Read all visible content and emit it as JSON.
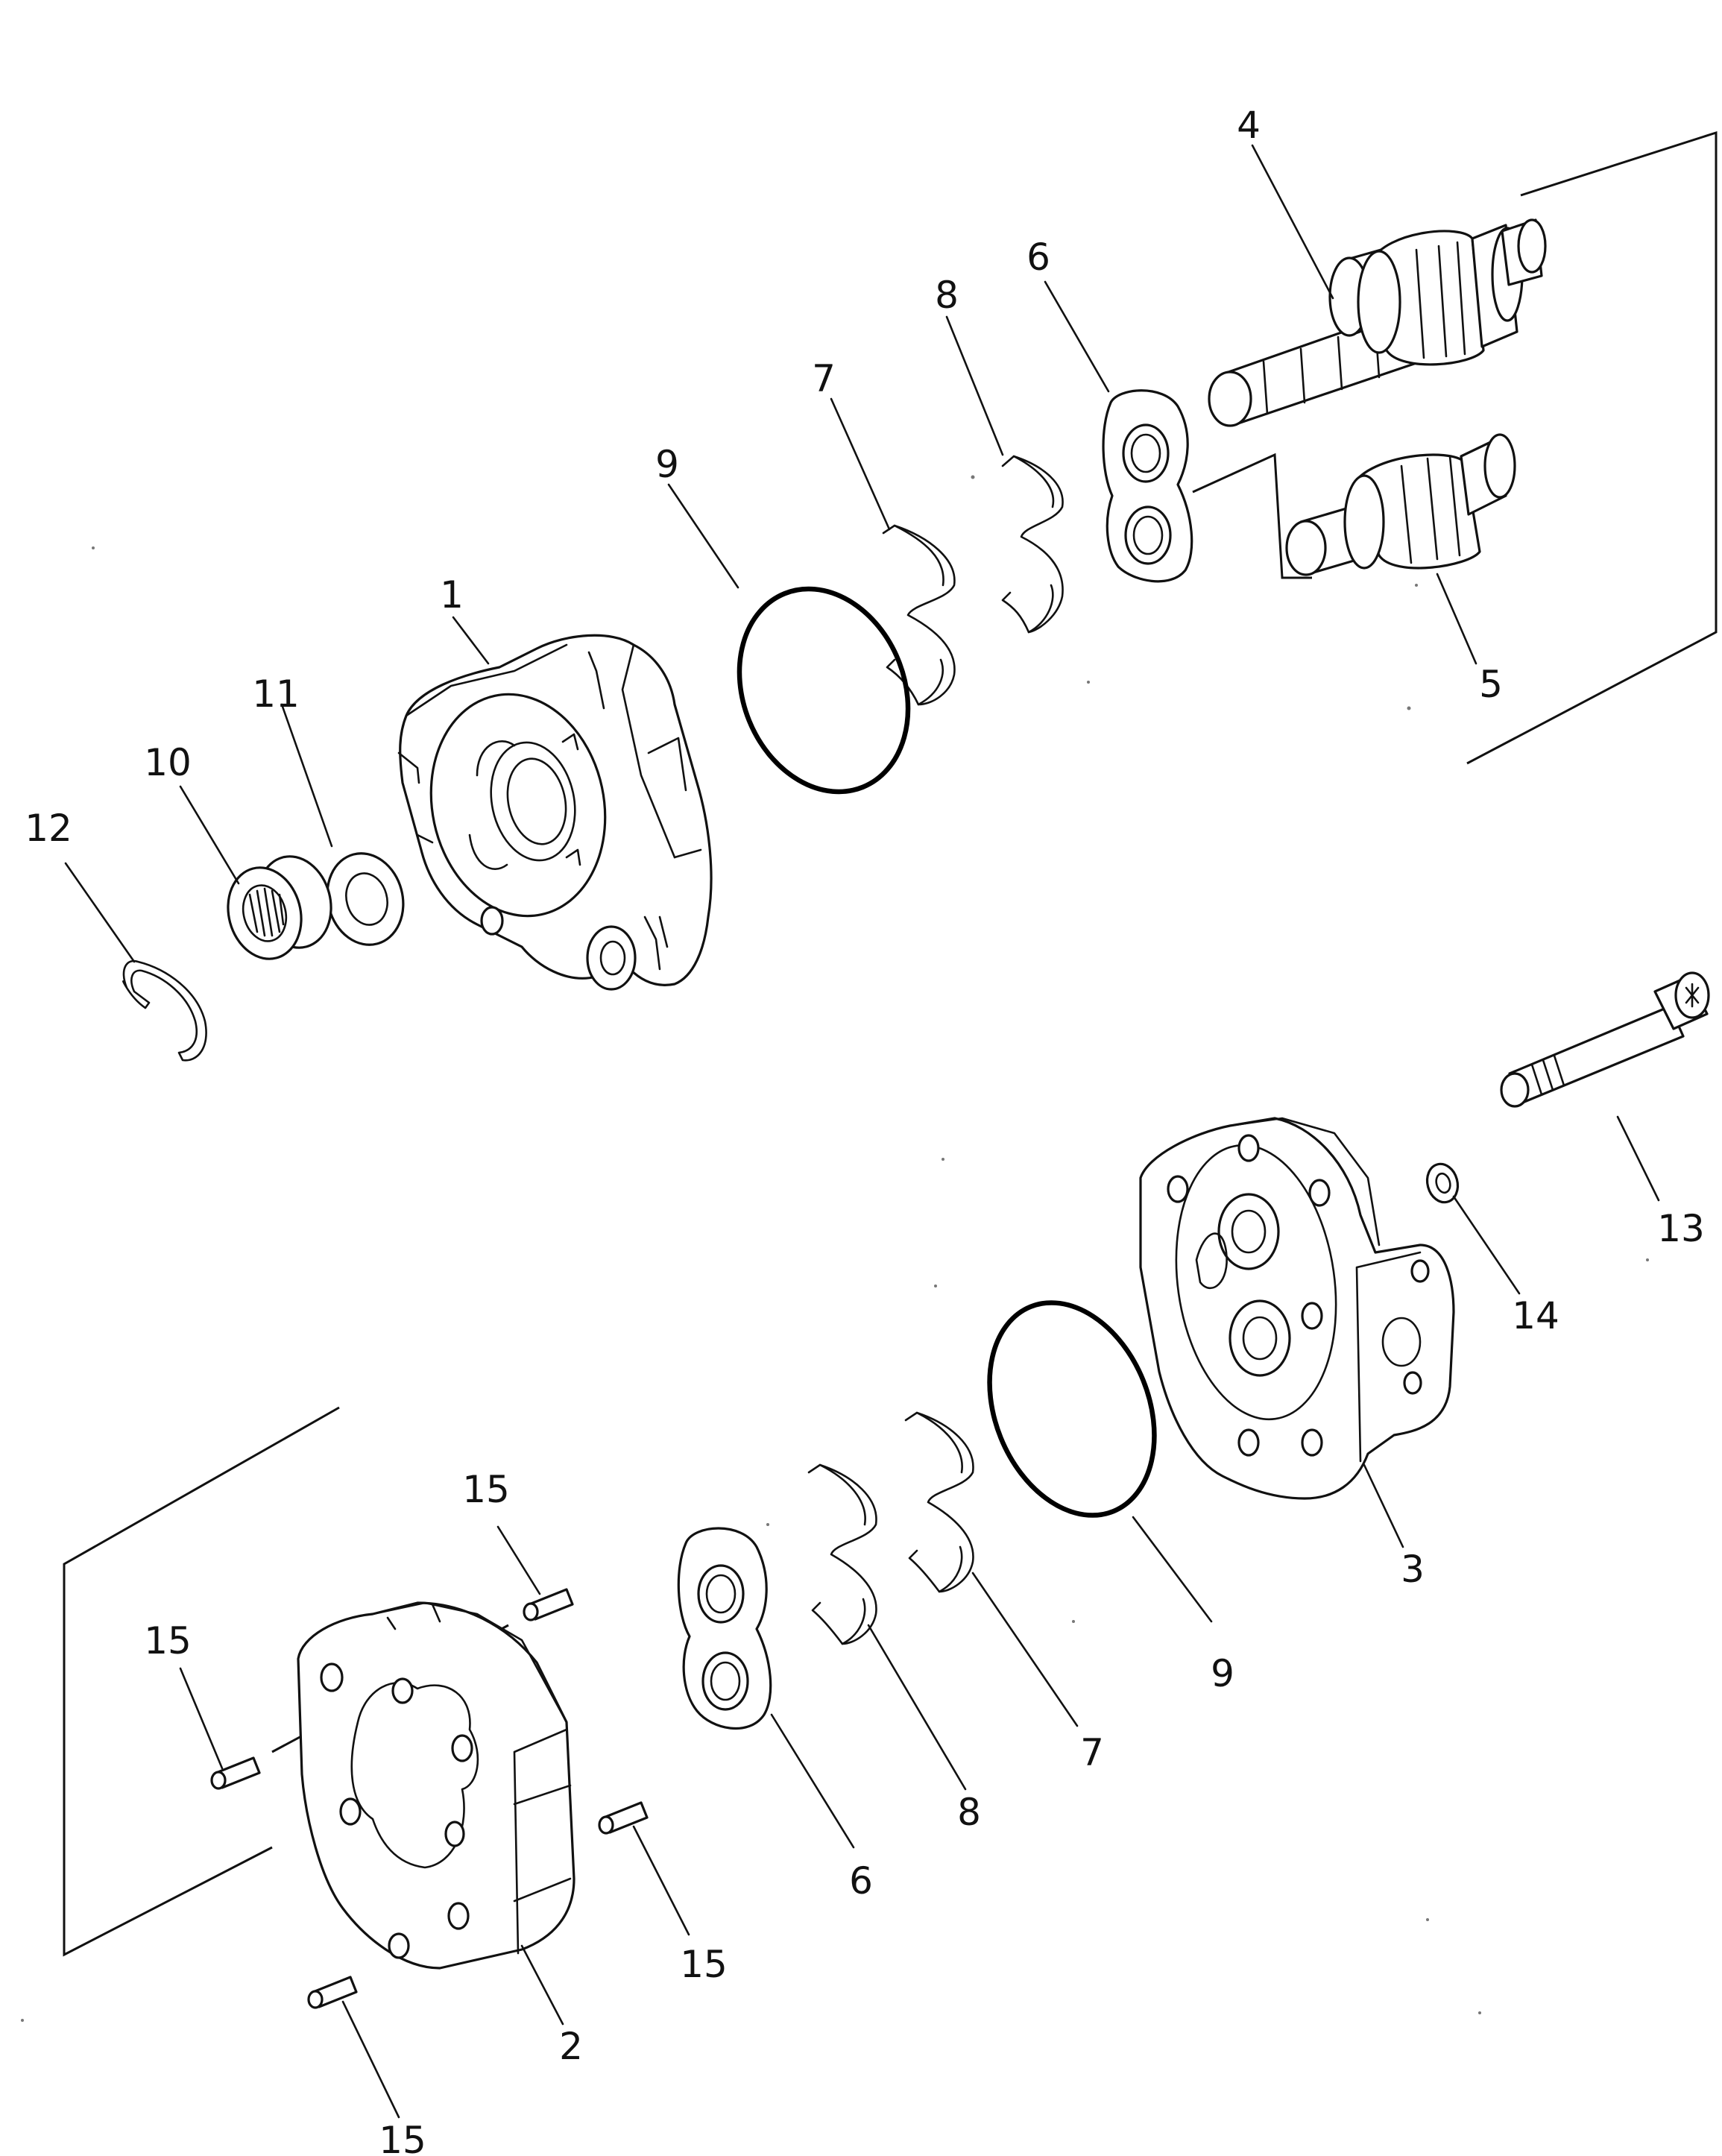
{
  "callouts": {
    "c1": "1",
    "c2": "2",
    "c3": "3",
    "c4": "4",
    "c5": "5",
    "c6a": "6",
    "c6b": "6",
    "c7a": "7",
    "c7b": "7",
    "c8a": "8",
    "c8b": "8",
    "c9a": "9",
    "c9b": "9",
    "c10": "10",
    "c11": "11",
    "c12": "12",
    "c13": "13",
    "c14": "14",
    "c15a": "15",
    "c15b": "15",
    "c15c": "15",
    "c15d": "15"
  },
  "colors": {
    "line": "#111111",
    "background": "#ffffff"
  }
}
